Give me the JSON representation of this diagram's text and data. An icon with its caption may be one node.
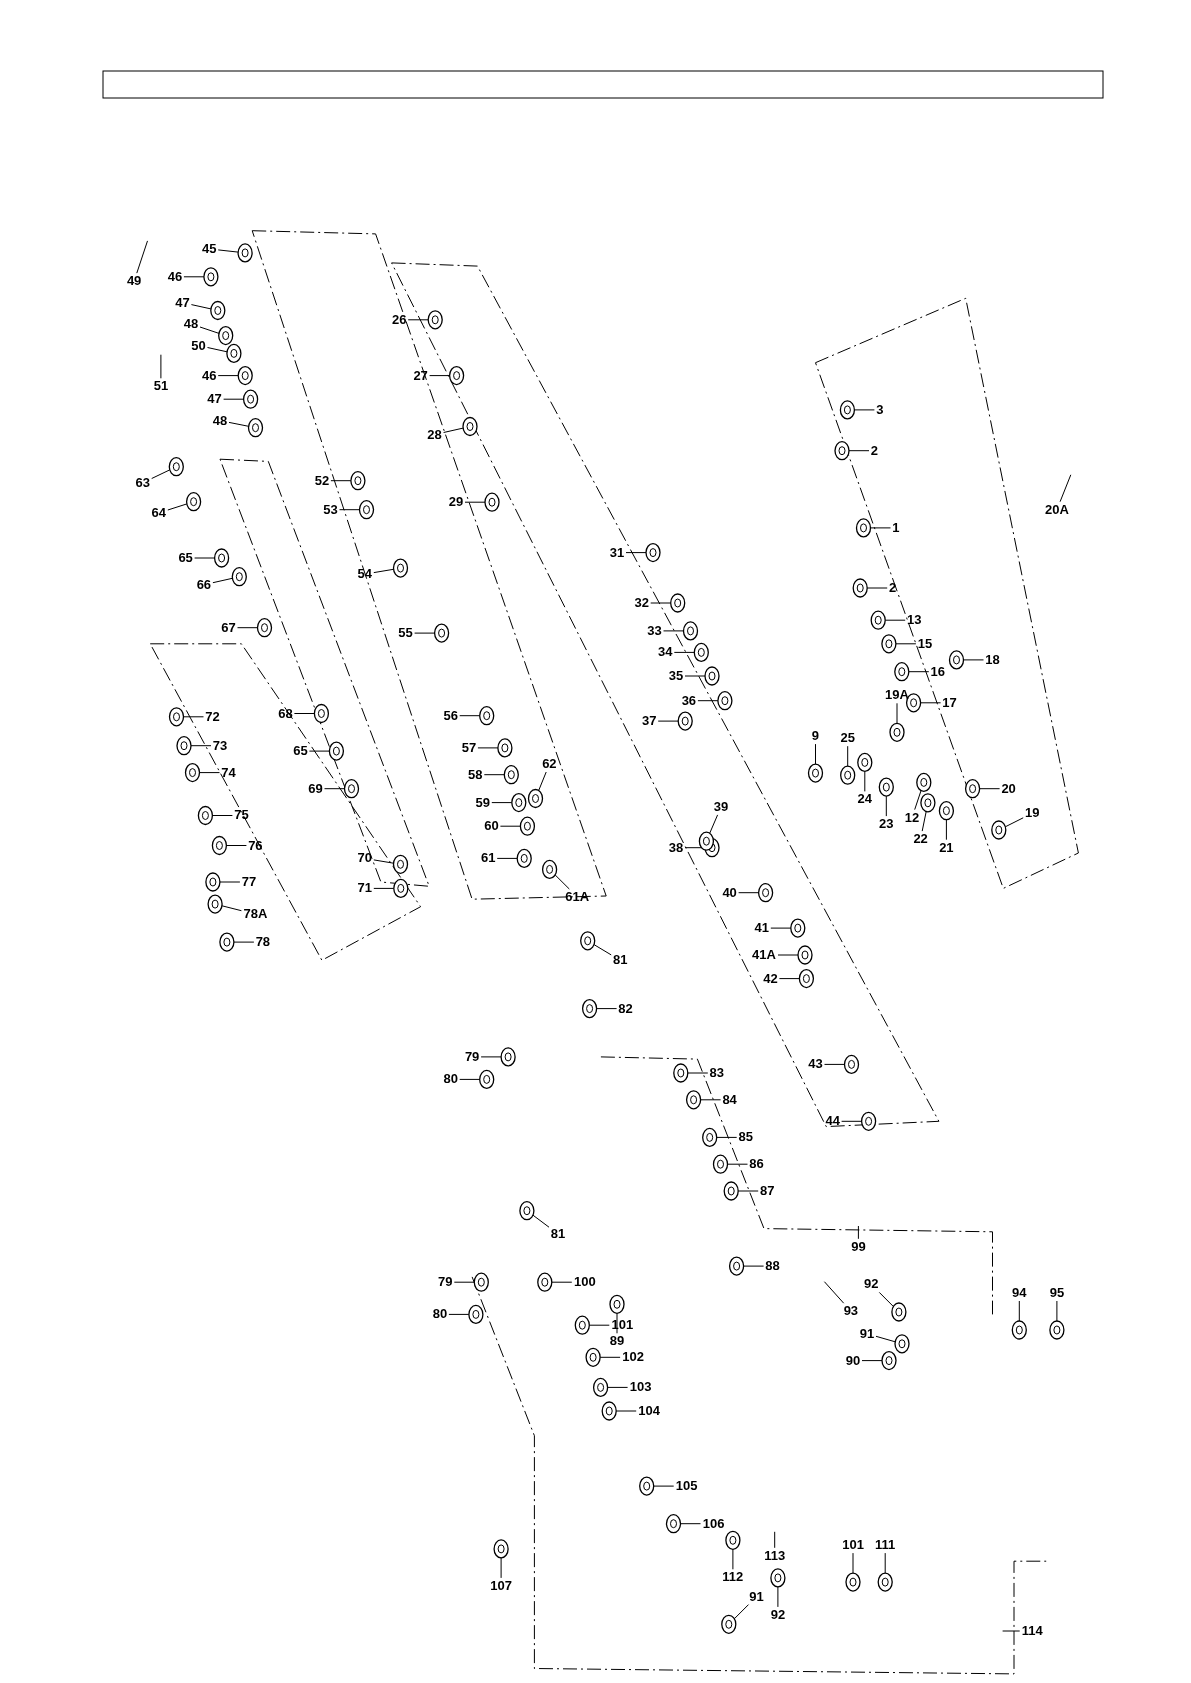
{
  "diagram": {
    "nodes": [
      {
        "text": [
          "49"
        ]
      },
      {
        "text": [
          "45"
        ]
      },
      {
        "text": [
          "46"
        ]
      },
      {
        "text": [
          "47"
        ]
      },
      {
        "text": [
          "48"
        ]
      },
      {
        "text": [
          "50"
        ]
      },
      {
        "text": [
          "51"
        ]
      },
      {
        "text": [
          "46"
        ]
      },
      {
        "text": [
          "47"
        ]
      },
      {
        "text": [
          "48"
        ]
      },
      {
        "text": [
          "52"
        ]
      },
      {
        "text": [
          "53"
        ]
      },
      {
        "text": [
          "63"
        ]
      },
      {
        "text": [
          "64"
        ]
      },
      {
        "text": [
          "65"
        ]
      },
      {
        "text": [
          "66"
        ]
      },
      {
        "text": [
          "67"
        ]
      },
      {
        "text": [
          "54"
        ]
      },
      {
        "text": [
          "55"
        ]
      },
      {
        "text": [
          "56"
        ]
      },
      {
        "text": [
          "57"
        ]
      },
      {
        "text": [
          "58"
        ]
      },
      {
        "text": [
          "59"
        ]
      },
      {
        "text": [
          "60"
        ]
      },
      {
        "text": [
          "61"
        ]
      },
      {
        "text": [
          "62"
        ]
      },
      {
        "text": [
          "61A"
        ]
      },
      {
        "text": [
          "68"
        ]
      },
      {
        "text": [
          "65"
        ]
      },
      {
        "text": [
          "69"
        ]
      },
      {
        "text": [
          "70"
        ]
      },
      {
        "text": [
          "71"
        ]
      },
      {
        "text": [
          "72"
        ]
      },
      {
        "text": [
          "73"
        ]
      },
      {
        "text": [
          "74"
        ]
      },
      {
        "text": [
          "75"
        ]
      },
      {
        "text": [
          "76"
        ]
      },
      {
        "text": [
          "77"
        ]
      },
      {
        "text": [
          "78A"
        ]
      },
      {
        "text": [
          "78"
        ]
      },
      {
        "text": [
          "26"
        ]
      },
      {
        "text": [
          "27"
        ]
      },
      {
        "text": [
          "28"
        ]
      },
      {
        "text": [
          "29"
        ]
      },
      {
        "text": [
          "31"
        ]
      },
      {
        "text": [
          "32"
        ]
      },
      {
        "text": [
          "33"
        ]
      },
      {
        "text": [
          "34"
        ]
      },
      {
        "text": [
          "35"
        ]
      },
      {
        "text": [
          "36"
        ]
      },
      {
        "text": [
          "37"
        ]
      },
      {
        "text": [
          "38"
        ]
      },
      {
        "text": [
          "39"
        ]
      },
      {
        "text": [
          "40"
        ]
      },
      {
        "text": [
          "41"
        ]
      },
      {
        "text": [
          "41A"
        ]
      },
      {
        "text": [
          "42"
        ]
      },
      {
        "text": [
          "43"
        ]
      },
      {
        "text": [
          "44"
        ]
      },
      {
        "text": [
          "3"
        ]
      },
      {
        "text": [
          "2"
        ]
      },
      {
        "text": [
          "1"
        ]
      },
      {
        "text": [
          "2"
        ]
      },
      {
        "text": [
          "13"
        ]
      },
      {
        "text": [
          "15"
        ]
      },
      {
        "text": [
          "16"
        ]
      },
      {
        "text": [
          "17"
        ]
      },
      {
        "text": [
          "18"
        ]
      },
      {
        "text": [
          "19A"
        ]
      },
      {
        "text": [
          "20A"
        ]
      },
      {
        "text": [
          "20"
        ]
      },
      {
        "text": [
          "19"
        ]
      },
      {
        "text": [
          "9"
        ]
      },
      {
        "text": [
          "25"
        ]
      },
      {
        "text": [
          "24"
        ]
      },
      {
        "text": [
          "23"
        ]
      },
      {
        "text": [
          "12"
        ]
      },
      {
        "text": [
          "22"
        ]
      },
      {
        "text": [
          "21"
        ]
      },
      {
        "text": [
          "81"
        ]
      },
      {
        "text": [
          "82"
        ]
      },
      {
        "text": [
          "79"
        ]
      },
      {
        "text": [
          "80"
        ]
      },
      {
        "text": [
          "83"
        ]
      },
      {
        "text": [
          "84"
        ]
      },
      {
        "text": [
          "85"
        ]
      },
      {
        "text": [
          "86"
        ]
      },
      {
        "text": [
          "87"
        ]
      },
      {
        "text": [
          "88"
        ]
      },
      {
        "text": [
          "89"
        ]
      },
      {
        "text": [
          "99"
        ]
      },
      {
        "text": [
          "93"
        ]
      },
      {
        "text": [
          "92"
        ]
      },
      {
        "text": [
          "91"
        ]
      },
      {
        "text": [
          "90"
        ]
      },
      {
        "text": [
          "94"
        ]
      },
      {
        "text": [
          "95"
        ]
      },
      {
        "text": [
          "81"
        ]
      },
      {
        "text": [
          "79"
        ]
      },
      {
        "text": [
          "80"
        ]
      },
      {
        "text": [
          "100"
        ]
      },
      {
        "text": [
          "101"
        ]
      },
      {
        "text": [
          "102"
        ]
      },
      {
        "text": [
          "103"
        ]
      },
      {
        "text": [
          "104"
        ]
      },
      {
        "text": [
          "105"
        ]
      },
      {
        "text": [
          "106"
        ]
      },
      {
        "text": [
          "107"
        ]
      },
      {
        "text": [
          "112"
        ]
      },
      {
        "text": [
          "113"
        ]
      },
      {
        "text": [
          "91"
        ]
      },
      {
        "text": [
          "92"
        ]
      },
      {
        "text": [
          "101"
        ]
      },
      {
        "text": [
          "111"
        ]
      },
      {
        "text": [
          "114"
        ]
      },
      {
        "text": [],
        "shape": "picture"
      },
      {
        "text": [],
        "shape": "picture"
      },
      {
        "text": [],
        "shape": "picture"
      },
      {
        "text": [],
        "shape": "picture"
      },
      {
        "text": [],
        "shape": "picture"
      },
      {
        "text": [],
        "shape": "picture"
      },
      {
        "text": [],
        "shape": "picture"
      },
      {
        "text": [],
        "shape": "picture"
      },
      {
        "text": [],
        "shape": "picture"
      },
      {
        "text": [],
        "shape": "picture"
      },
      {
        "text": [],
        "shape": "picture"
      },
      {
        "text": [],
        "shape": "picture"
      },
      {
        "text": [],
        "shape": "picture"
      },
      {
        "text": [],
        "shape": "picture"
      },
      {
        "text": [],
        "shape": "picture"
      },
      {
        "text": [],
        "shape": "picture"
      },
      {
        "text": [],
        "shape": "picture"
      },
      {
        "text": [],
        "shape": "picture"
      },
      {
        "text": [],
        "shape": "picture"
      },
      {
        "text": [],
        "shape": "picture"
      },
      {
        "text": [],
        "shape": "picture"
      },
      {
        "text": [],
        "shape": "picture"
      },
      {
        "text": [],
        "shape": "picture"
      },
      {
        "text": [],
        "shape": "picture"
      },
      {
        "text": [],
        "shape": "picture"
      },
      {
        "text": [],
        "shape": "picture"
      },
      {
        "text": [],
        "shape": "picture"
      },
      {
        "text": [],
        "shape": "picture"
      },
      {
        "text": [],
        "shape": "picture"
      },
      {
        "text": [],
        "shape": "picture"
      },
      {
        "text": [],
        "shape": "picture"
      },
      {
        "text": [],
        "shape": "picture"
      },
      {
        "text": [],
        "shape": "picture"
      },
      {
        "text": [],
        "shape": "picture"
      },
      {
        "text": [],
        "shape": "picture"
      },
      {
        "text": [],
        "shape": "picture"
      },
      {
        "text": [],
        "shape": "picture"
      },
      {
        "text": [],
        "shape": "picture"
      },
      {
        "text": [],
        "shape": "picture"
      },
      {
        "text": [],
        "shape": "picture"
      },
      {
        "text": [],
        "shape": "picture"
      },
      {
        "text": [],
        "shape": "picture"
      },
      {
        "text": [],
        "shape": "picture"
      },
      {
        "text": [],
        "shape": "picture"
      },
      {
        "text": [],
        "shape": "picture"
      },
      {
        "text": [],
        "shape": "picture"
      },
      {
        "text": [],
        "shape": "picture"
      },
      {
        "text": [],
        "shape": "picture"
      },
      {
        "text": [],
        "shape": "picture"
      },
      {
        "text": [],
        "shape": "picture"
      },
      {
        "text": [],
        "shape": "picture"
      },
      {
        "text": [],
        "shape": "picture"
      },
      {
        "text": [],
        "shape": "picture"
      },
      {
        "text": [],
        "shape": "picture"
      },
      {
        "text": [],
        "shape": "picture"
      },
      {
        "text": [],
        "shape": "picture"
      },
      {
        "text": [],
        "shape": "picture"
      },
      {
        "text": [],
        "shape": "picture"
      },
      {
        "text": [],
        "shape": "picture"
      },
      {
        "text": [],
        "shape": "picture"
      },
      {
        "text": [],
        "shape": "picture"
      },
      {
        "text": [],
        "shape": "picture"
      },
      {
        "text": [],
        "shape": "picture"
      },
      {
        "text": [],
        "shape": "picture"
      },
      {
        "text": [],
        "shape": "picture"
      },
      {
        "text": [],
        "shape": "picture"
      },
      {
        "text": [],
        "shape": "picture"
      },
      {
        "text": [],
        "shape": "picture"
      },
      {
        "text": [],
        "shape": "picture"
      },
      {
        "text": [],
        "shape": "picture"
      },
      {
        "text": [],
        "shape": "picture"
      },
      {
        "text": [],
        "shape": "picture"
      },
      {
        "text": [],
        "shape": "picture"
      },
      {
        "text": [],
        "shape": "picture"
      },
      {
        "text": [],
        "shape": "picture"
      },
      {
        "text": [],
        "shape": "picture"
      },
      {
        "text": [],
        "shape": "picture"
      },
      {
        "text": [],
        "shape": "picture"
      },
      {
        "text": [],
        "shape": "picture"
      },
      {
        "text": [],
        "shape": "picture"
      },
      {
        "text": [],
        "shape": "picture"
      },
      {
        "text": [],
        "shape": "picture"
      },
      {
        "text": [],
        "shape": "picture"
      },
      {
        "text": [],
        "shape": "picture"
      },
      {
        "text": [],
        "shape": "picture"
      },
      {
        "text": [],
        "shape": "picture"
      },
      {
        "text": [],
        "shape": "picture"
      },
      {
        "text": [],
        "shape": "picture"
      },
      {
        "text": [],
        "shape": "picture"
      },
      {
        "text": [],
        "shape": "picture"
      },
      {
        "text": [],
        "shape": "picture"
      },
      {
        "text": [],
        "shape": "picture"
      },
      {
        "text": [],
        "shape": "picture"
      },
      {
        "text": [],
        "shape": "picture"
      },
      {
        "text": [],
        "shape": "picture"
      },
      {
        "text": [],
        "shape": "picture"
      },
      {
        "text": [],
        "shape": "picture"
      },
      {
        "text": [],
        "shape": "picture"
      },
      {
        "text": [],
        "shape": "picture"
      },
      {
        "text": [],
        "shape": "picture"
      },
      {
        "text": [],
        "shape": "picture"
      },
      {
        "text": [],
        "shape": "picture"
      },
      {
        "text": [],
        "shape": "picture"
      },
      {
        "text": [],
        "shape": "picture"
      },
      {
        "text": [],
        "shape": "picture"
      },
      {
        "text": [],
        "shape": "picture"
      },
      {
        "text": [],
        "shape": "picture"
      },
      {
        "text": [],
        "shape": "picture"
      }
    ],
    "edges": [
      {
        "from": 0,
        "to": null,
        "arrow": "none"
      },
      {
        "from": 1,
        "to": 115,
        "arrow": "none"
      },
      {
        "from": 2,
        "to": 116,
        "arrow": "none"
      },
      {
        "from": 3,
        "to": 117,
        "arrow": "none"
      },
      {
        "from": 4,
        "to": 118,
        "arrow": "none"
      },
      {
        "from": 5,
        "to": 119,
        "arrow": "none"
      },
      {
        "from": 6,
        "to": null,
        "arrow": "none"
      },
      {
        "from": 7,
        "to": 120,
        "arrow": "none"
      },
      {
        "from": 8,
        "to": 121,
        "arrow": "none"
      },
      {
        "from": 9,
        "to": 122,
        "arrow": "none"
      },
      {
        "from": 10,
        "to": 123,
        "arrow": "none"
      },
      {
        "from": 11,
        "to": 124,
        "arrow": "none"
      },
      {
        "from": 12,
        "to": 125,
        "arrow": "none"
      },
      {
        "from": 13,
        "to": 126,
        "arrow": "none"
      },
      {
        "from": 14,
        "to": 127,
        "arrow": "none"
      },
      {
        "from": 15,
        "to": 128,
        "arrow": "none"
      },
      {
        "from": 16,
        "to": 129,
        "arrow": "none"
      },
      {
        "from": 17,
        "to": 130,
        "arrow": "none"
      },
      {
        "from": 18,
        "to": 131,
        "arrow": "none"
      },
      {
        "from": 19,
        "to": 132,
        "arrow": "none"
      },
      {
        "from": 20,
        "to": 133,
        "arrow": "none"
      },
      {
        "from": 21,
        "to": 134,
        "arrow": "none"
      },
      {
        "from": 22,
        "to": 135,
        "arrow": "none"
      },
      {
        "from": 23,
        "to": 136,
        "arrow": "none"
      },
      {
        "from": 24,
        "to": 137,
        "arrow": "none"
      },
      {
        "from": 25,
        "to": 138,
        "arrow": "none"
      },
      {
        "from": 26,
        "to": 139,
        "arrow": "none"
      },
      {
        "from": 27,
        "to": 140,
        "arrow": "none"
      },
      {
        "from": 28,
        "to": 141,
        "arrow": "none"
      },
      {
        "from": 29,
        "to": 142,
        "arrow": "none"
      },
      {
        "from": 30,
        "to": 143,
        "arrow": "none"
      },
      {
        "from": 31,
        "to": 144,
        "arrow": "none"
      },
      {
        "from": 32,
        "to": 145,
        "arrow": "none"
      },
      {
        "from": 33,
        "to": 146,
        "arrow": "none"
      },
      {
        "from": 34,
        "to": 147,
        "arrow": "none"
      },
      {
        "from": 35,
        "to": 148,
        "arrow": "none"
      },
      {
        "from": 36,
        "to": 149,
        "arrow": "none"
      },
      {
        "from": 37,
        "to": 150,
        "arrow": "none"
      },
      {
        "from": 38,
        "to": 151,
        "arrow": "none"
      },
      {
        "from": 39,
        "to": 152,
        "arrow": "none"
      },
      {
        "from": 40,
        "to": 153,
        "arrow": "none"
      },
      {
        "from": 41,
        "to": 154,
        "arrow": "none"
      },
      {
        "from": 42,
        "to": 155,
        "arrow": "none"
      },
      {
        "from": 43,
        "to": 156,
        "arrow": "none"
      },
      {
        "from": 44,
        "to": 157,
        "arrow": "none"
      },
      {
        "from": 45,
        "to": 158,
        "arrow": "none"
      },
      {
        "from": 46,
        "to": 159,
        "arrow": "none"
      },
      {
        "from": 47,
        "to": 160,
        "arrow": "none"
      },
      {
        "from": 48,
        "to": 161,
        "arrow": "none"
      },
      {
        "from": 49,
        "to": 162,
        "arrow": "none"
      },
      {
        "from": 50,
        "to": 163,
        "arrow": "none"
      },
      {
        "from": 51,
        "to": 164,
        "arrow": "none"
      },
      {
        "from": 52,
        "to": 165,
        "arrow": "none"
      },
      {
        "from": 53,
        "to": 166,
        "arrow": "none"
      },
      {
        "from": 54,
        "to": 167,
        "arrow": "none"
      },
      {
        "from": 55,
        "to": 168,
        "arrow": "none"
      },
      {
        "from": 56,
        "to": 169,
        "arrow": "none"
      },
      {
        "from": 57,
        "to": 170,
        "arrow": "none"
      },
      {
        "from": 58,
        "to": 171,
        "arrow": "none"
      },
      {
        "from": 59,
        "to": 172,
        "arrow": "none"
      },
      {
        "from": 60,
        "to": 173,
        "arrow": "none"
      },
      {
        "from": 61,
        "to": 174,
        "arrow": "none"
      },
      {
        "from": 62,
        "to": 175,
        "arrow": "none"
      },
      {
        "from": 63,
        "to": 176,
        "arrow": "none"
      },
      {
        "from": 64,
        "to": 177,
        "arrow": "none"
      },
      {
        "from": 65,
        "to": 178,
        "arrow": "none"
      },
      {
        "from": 66,
        "to": 179,
        "arrow": "none"
      },
      {
        "from": 67,
        "to": 180,
        "arrow": "none"
      },
      {
        "from": 68,
        "to": 181,
        "arrow": "none"
      },
      {
        "from": 69,
        "to": null,
        "arrow": "none"
      },
      {
        "from": 70,
        "to": 182,
        "arrow": "none"
      },
      {
        "from": 71,
        "to": 183,
        "arrow": "none"
      },
      {
        "from": 72,
        "to": 184,
        "arrow": "none"
      },
      {
        "from": 73,
        "to": 185,
        "arrow": "none"
      },
      {
        "from": 74,
        "to": 186,
        "arrow": "none"
      },
      {
        "from": 75,
        "to": 187,
        "arrow": "none"
      },
      {
        "from": 76,
        "to": 188,
        "arrow": "none"
      },
      {
        "from": 77,
        "to": 189,
        "arrow": "none"
      },
      {
        "from": 78,
        "to": 190,
        "arrow": "none"
      },
      {
        "from": 79,
        "to": 191,
        "arrow": "none"
      },
      {
        "from": 80,
        "to": 192,
        "arrow": "none"
      },
      {
        "from": 81,
        "to": 193,
        "arrow": "none"
      },
      {
        "from": 82,
        "to": 194,
        "arrow": "none"
      },
      {
        "from": 83,
        "to": 195,
        "arrow": "none"
      },
      {
        "from": 84,
        "to": 196,
        "arrow": "none"
      },
      {
        "from": 85,
        "to": 197,
        "arrow": "none"
      },
      {
        "from": 86,
        "to": 198,
        "arrow": "none"
      },
      {
        "from": 87,
        "to": 199,
        "arrow": "none"
      },
      {
        "from": 88,
        "to": 200,
        "arrow": "none"
      },
      {
        "from": 89,
        "to": 201,
        "arrow": "none"
      },
      {
        "from": 90,
        "to": null,
        "arrow": "none"
      },
      {
        "from": 91,
        "to": null,
        "arrow": "none"
      },
      {
        "from": 92,
        "to": 202,
        "arrow": "none"
      },
      {
        "from": 93,
        "to": 203,
        "arrow": "none"
      },
      {
        "from": 94,
        "to": 204,
        "arrow": "none"
      },
      {
        "from": 95,
        "to": 205,
        "arrow": "none"
      },
      {
        "from": 96,
        "to": 206,
        "arrow": "none"
      },
      {
        "from": 97,
        "to": 207,
        "arrow": "none"
      },
      {
        "from": 98,
        "to": 208,
        "arrow": "none"
      },
      {
        "from": 99,
        "to": 209,
        "arrow": "none"
      },
      {
        "from": 100,
        "to": 210,
        "arrow": "none"
      },
      {
        "from": 101,
        "to": 211,
        "arrow": "none"
      },
      {
        "from": 102,
        "to": 212,
        "arrow": "none"
      },
      {
        "from": 103,
        "to": 213,
        "arrow": "none"
      },
      {
        "from": 104,
        "to": 214,
        "arrow": "none"
      },
      {
        "from": 105,
        "to": 215,
        "arrow": "none"
      },
      {
        "from": 106,
        "to": 216,
        "arrow": "none"
      },
      {
        "from": 107,
        "to": 217,
        "arrow": "none"
      },
      {
        "from": 108,
        "to": 218,
        "arrow": "none"
      },
      {
        "from": 109,
        "to": null,
        "arrow": "none"
      },
      {
        "from": 110,
        "to": 219,
        "arrow": "none"
      },
      {
        "from": 111,
        "to": 220,
        "arrow": "none"
      },
      {
        "from": 112,
        "to": 221,
        "arrow": "none"
      },
      {
        "from": 113,
        "to": 222,
        "arrow": "none"
      },
      {
        "from": 114,
        "to": null,
        "arrow": "none"
      }
    ]
  }
}
